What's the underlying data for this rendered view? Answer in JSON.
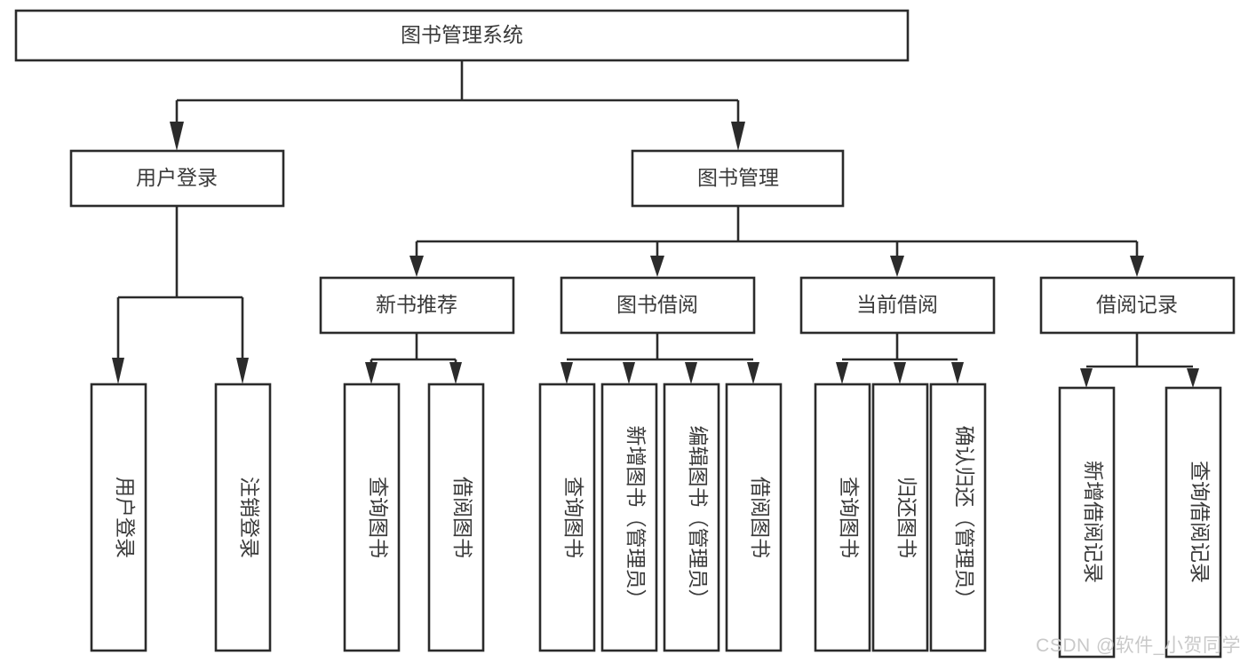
{
  "diagram": {
    "title": "图书管理系统",
    "type": "hierarchy-tree",
    "watermark": "CSDN @软件_小贺同学",
    "colors": {
      "background": "#ffffff",
      "box_fill": "#ffffff",
      "box_stroke": "#2b2b2b",
      "text": "#3a3a3a",
      "watermark": "#c9c9c9"
    },
    "root": {
      "label": "图书管理系统"
    },
    "level2": [
      {
        "label": "用户登录"
      },
      {
        "label": "图书管理"
      }
    ],
    "level3": [
      {
        "label": "新书推荐"
      },
      {
        "label": "图书借阅"
      },
      {
        "label": "当前借阅"
      },
      {
        "label": "借阅记录"
      }
    ],
    "leaves": {
      "user_login": [
        {
          "label": "用户登录"
        },
        {
          "label": "注销登录"
        }
      ],
      "new_book_recommend": [
        {
          "label": "查询图书"
        },
        {
          "label": "借阅图书"
        }
      ],
      "book_borrow": [
        {
          "label": "查询图书"
        },
        {
          "label": "新增图书（管理员）"
        },
        {
          "label": "编辑图书（管理员）"
        },
        {
          "label": "借阅图书"
        }
      ],
      "current_borrow": [
        {
          "label": "查询图书"
        },
        {
          "label": "归还图书"
        },
        {
          "label": "确认归还（管理员）"
        }
      ],
      "borrow_record": [
        {
          "label": "新增借阅记录"
        },
        {
          "label": "查询借阅记录"
        }
      ]
    }
  }
}
